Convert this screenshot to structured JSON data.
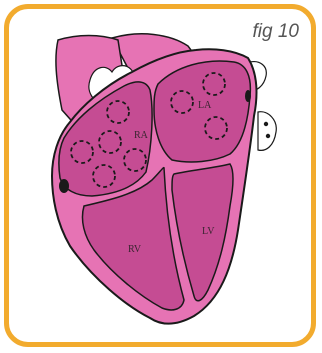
{
  "figure": {
    "label": "fig 10",
    "frame_color": "#f2ab2e",
    "tissue_color": "#e673b4",
    "chamber_color": "#c54c93",
    "outline_color": "#1a1a1a"
  },
  "chambers": {
    "ra": "RA",
    "la": "LA",
    "rv": "RV",
    "lv": "LV"
  }
}
